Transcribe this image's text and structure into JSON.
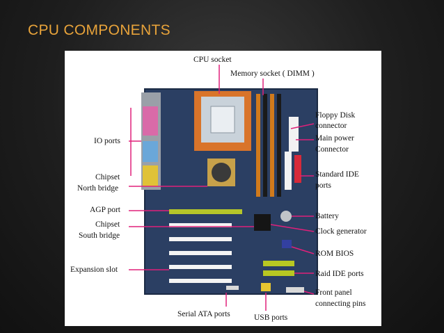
{
  "slide": {
    "title": "CPU COMPONENTS"
  },
  "labels": {
    "cpu_socket": "CPU socket",
    "memory_socket": "Memory socket ( DIMM )",
    "floppy_1": "Floppy Disk",
    "floppy_2": "connector",
    "main_power_1": "Main power",
    "main_power_2": "Connector",
    "io_ports": "IO ports",
    "std_ide_1": "Standard IDE",
    "std_ide_2": "ports",
    "chipset_nb_1": "Chipset",
    "chipset_nb_2": "North bridge",
    "agp_port": "AGP port",
    "battery": "Battery",
    "chipset_sb_1": "Chipset",
    "chipset_sb_2": "South bridge",
    "clock_generator": "Clock generator",
    "rom_bios": "ROM  BIOS",
    "expansion_slot": "Expansion slot",
    "raid_ide": "Raid IDE ports",
    "front_panel_1": "Front panel",
    "front_panel_2": "connecting pins",
    "serial_ata": "Serial ATA ports",
    "usb_ports": "USB ports"
  },
  "colors": {
    "title": "#e8a33a",
    "pointer": "#e0207a",
    "board": "#2b3f63",
    "cpu_socket_frame": "#d9742a",
    "memory_slot": "#d07a1c",
    "agp_slot": "#b5c52a",
    "raid_ide": "#b8c822"
  }
}
